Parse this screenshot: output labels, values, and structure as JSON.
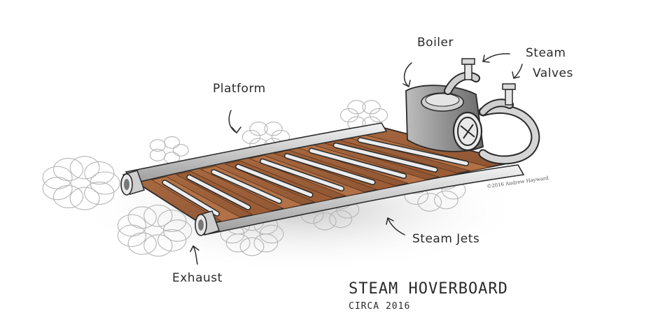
{
  "labels": {
    "boiler": "Boiler",
    "steam_line1": "Steam",
    "steam_line2": "Valves",
    "platform": "Platform",
    "steam_jets": "Steam Jets",
    "exhaust": "Exhaust"
  },
  "title": {
    "main": "STEAM HOVERBOARD",
    "sub": "CIRCA 2016"
  },
  "signature": "©2016 Andrew Hayward",
  "colors": {
    "ink": "#2a2a2a",
    "wood": "#a0623d",
    "wood_dark": "#6e3f22",
    "metal": "#d9d9d9",
    "metal_dark": "#8e8e8e",
    "smoke": "#bdbdbd"
  }
}
